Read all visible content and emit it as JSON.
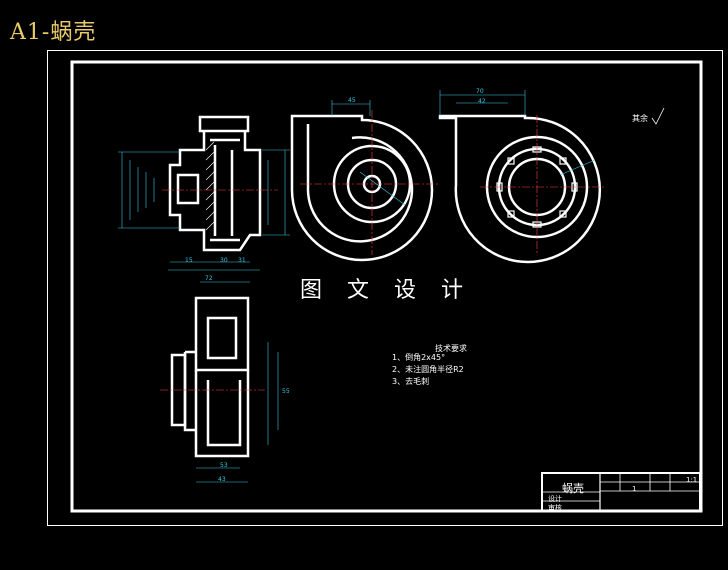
{
  "caption": "A1-蜗壳",
  "watermark": "图 文 设 计",
  "roughness_note": "其余",
  "tech_requirements": {
    "title": "技术要求",
    "items": [
      "1、倒角2x45°",
      "2、未注圆角半径R2",
      "3、去毛刺"
    ]
  },
  "title_block": {
    "part_name": "蜗壳",
    "designed_by": "设计",
    "checked_by": "审核",
    "quantity": "1",
    "scale": "1:1"
  },
  "dimensions": {
    "d1": "45",
    "d2": "70",
    "d3": "42",
    "d4": "72",
    "d5": "30",
    "d6": "31",
    "d7": "15",
    "d8": "53",
    "d9": "43",
    "d10": "55"
  },
  "colors": {
    "lines": "#ffffff",
    "dimensions": "#39c7e0",
    "centerlines": "#ff4040",
    "caption": "#e9ca6b"
  }
}
